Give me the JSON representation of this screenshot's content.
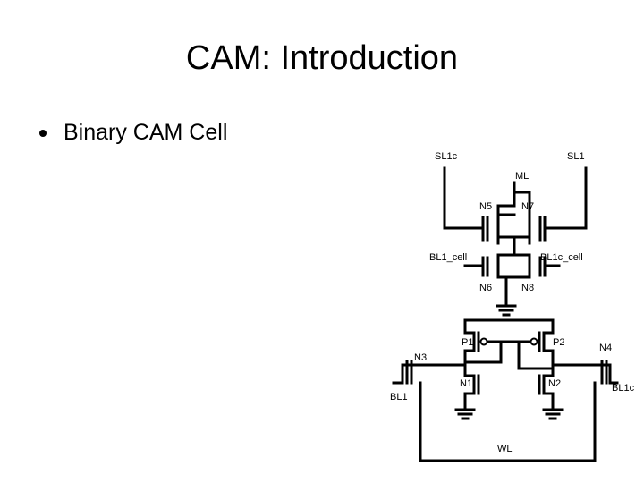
{
  "slide": {
    "title": "CAM: Introduction",
    "bullets": [
      "Binary CAM Cell"
    ]
  },
  "circuit": {
    "labels": {
      "sl1c": "SL1c",
      "sl1": "SL1",
      "ml": "ML",
      "n5": "N5",
      "n7": "N7",
      "bl1_cell": "BL1_cell",
      "bl1c_cell": "BL1c_cell",
      "n6": "N6",
      "n8": "N8",
      "p1": "P1",
      "p2": "P2",
      "n3": "N3",
      "n4": "N4",
      "n1": "N1",
      "n2": "N2",
      "bl1": "BL1",
      "bl1c": "BL1c",
      "wl": "WL"
    }
  }
}
